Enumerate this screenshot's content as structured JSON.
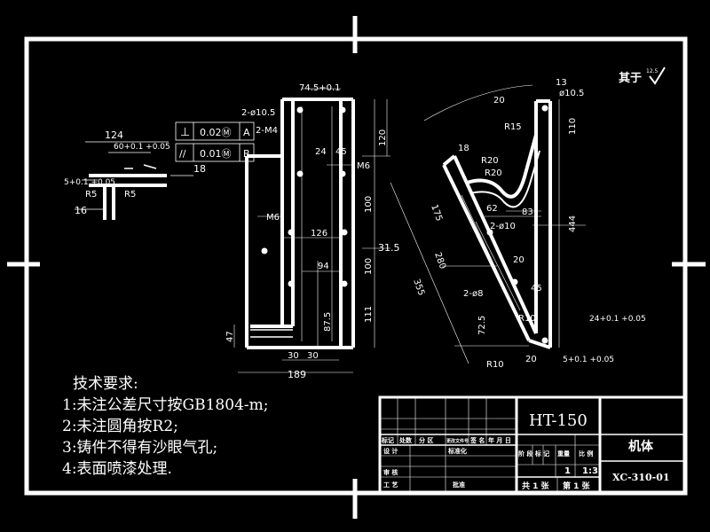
{
  "title_block": {
    "material": "HT-150",
    "part_name": "机体",
    "drawing_number": "XC-310-01",
    "scale": "1:3",
    "quantity": "1",
    "sheets_total": "共 1 张",
    "sheet_number": "第 1 张",
    "header_row": [
      "标记",
      "处数",
      "分 区",
      "更改文件号",
      "签 名",
      "年 月 日"
    ],
    "header_row_right": [
      "阶 段 标 记",
      "重量",
      "比 例"
    ],
    "row_labels": [
      "设 计",
      "审 核",
      "工 艺"
    ],
    "mid_labels": [
      "标准化",
      "批准"
    ]
  },
  "surface_finish": "其于",
  "surface_value": "12.5",
  "tech_requirements": {
    "heading": "技术要求:",
    "items": [
      "1:未注公差尺寸按GB1804-m;",
      "2:未注圆角按R2;",
      "3:铸件不得有沙眼气孔;",
      "4:表面喷漆处理."
    ]
  },
  "tolerances": {
    "row1": {
      "symbol": "⊥",
      "value": "0.02Ⓜ",
      "datum": "A"
    },
    "row2": {
      "symbol": "//",
      "value": "0.01Ⓜ",
      "datum": "B"
    }
  },
  "dims_left": [
    "124",
    "60+0.1 +0.05",
    "18",
    "5+0.1 +0.05",
    "R5",
    "R5",
    "16"
  ],
  "dims_middle": [
    "74.5+0.1",
    "2-ø10.5",
    "2-M4",
    "120",
    "24",
    "45",
    "M6",
    "100",
    "M6",
    "126",
    "100",
    "31.5",
    "94",
    "87.5",
    "111",
    "47",
    "30",
    "30",
    "189"
  ],
  "dims_right": [
    "13",
    "ø10.5",
    "20",
    "R15",
    "110",
    "18",
    "R20",
    "R20",
    "175",
    "62",
    "83",
    "2-ø10",
    "444",
    "280",
    "355",
    "20",
    "2-ø8",
    "45",
    "R10",
    "72.5",
    "R10",
    "20",
    "24+0.1 +0.05",
    "5+0.1 +0.05"
  ]
}
